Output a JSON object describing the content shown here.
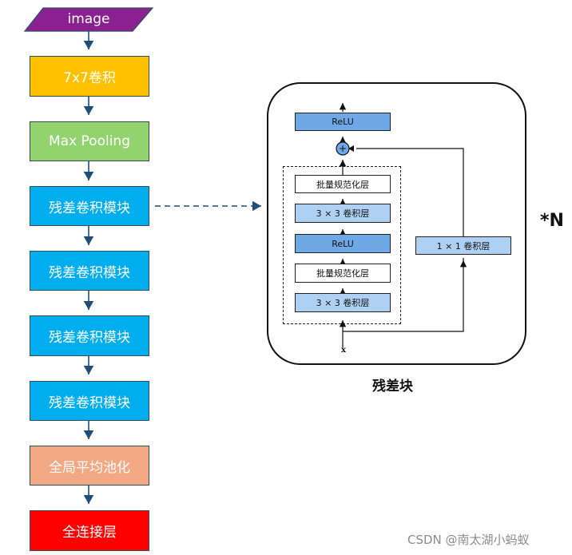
{
  "pipeline": {
    "image": {
      "label": "image",
      "color": "#8b2090"
    },
    "conv7": {
      "label": "7x7卷积",
      "color": "#ffc000"
    },
    "maxpool": {
      "label": "Max Pooling",
      "color": "#92d36e"
    },
    "res_blocks": [
      {
        "label": "残差卷积模块",
        "color": "#00aeef"
      },
      {
        "label": "残差卷积模块",
        "color": "#00aeef"
      },
      {
        "label": "残差卷积模块",
        "color": "#00aeef"
      },
      {
        "label": "残差卷积模块",
        "color": "#00aeef"
      }
    ],
    "gap": {
      "label": "全局平均池化",
      "color": "#f2a883"
    },
    "fc": {
      "label": "全连接层",
      "color": "#ff0000"
    }
  },
  "residual_block": {
    "relu_top": "ReLU",
    "plus": "+",
    "bn_top": "批量规范化层",
    "conv3_top": "3 × 3 卷积层",
    "relu_mid": "ReLU",
    "bn_bottom": "批量规范化层",
    "conv3_bottom": "3 × 3 卷积层",
    "conv1": "1 × 1 卷积层",
    "input": "x",
    "caption": "残差块"
  },
  "repeat_label": "*N",
  "watermark": "CSDN @南太湖小蚂蚁"
}
